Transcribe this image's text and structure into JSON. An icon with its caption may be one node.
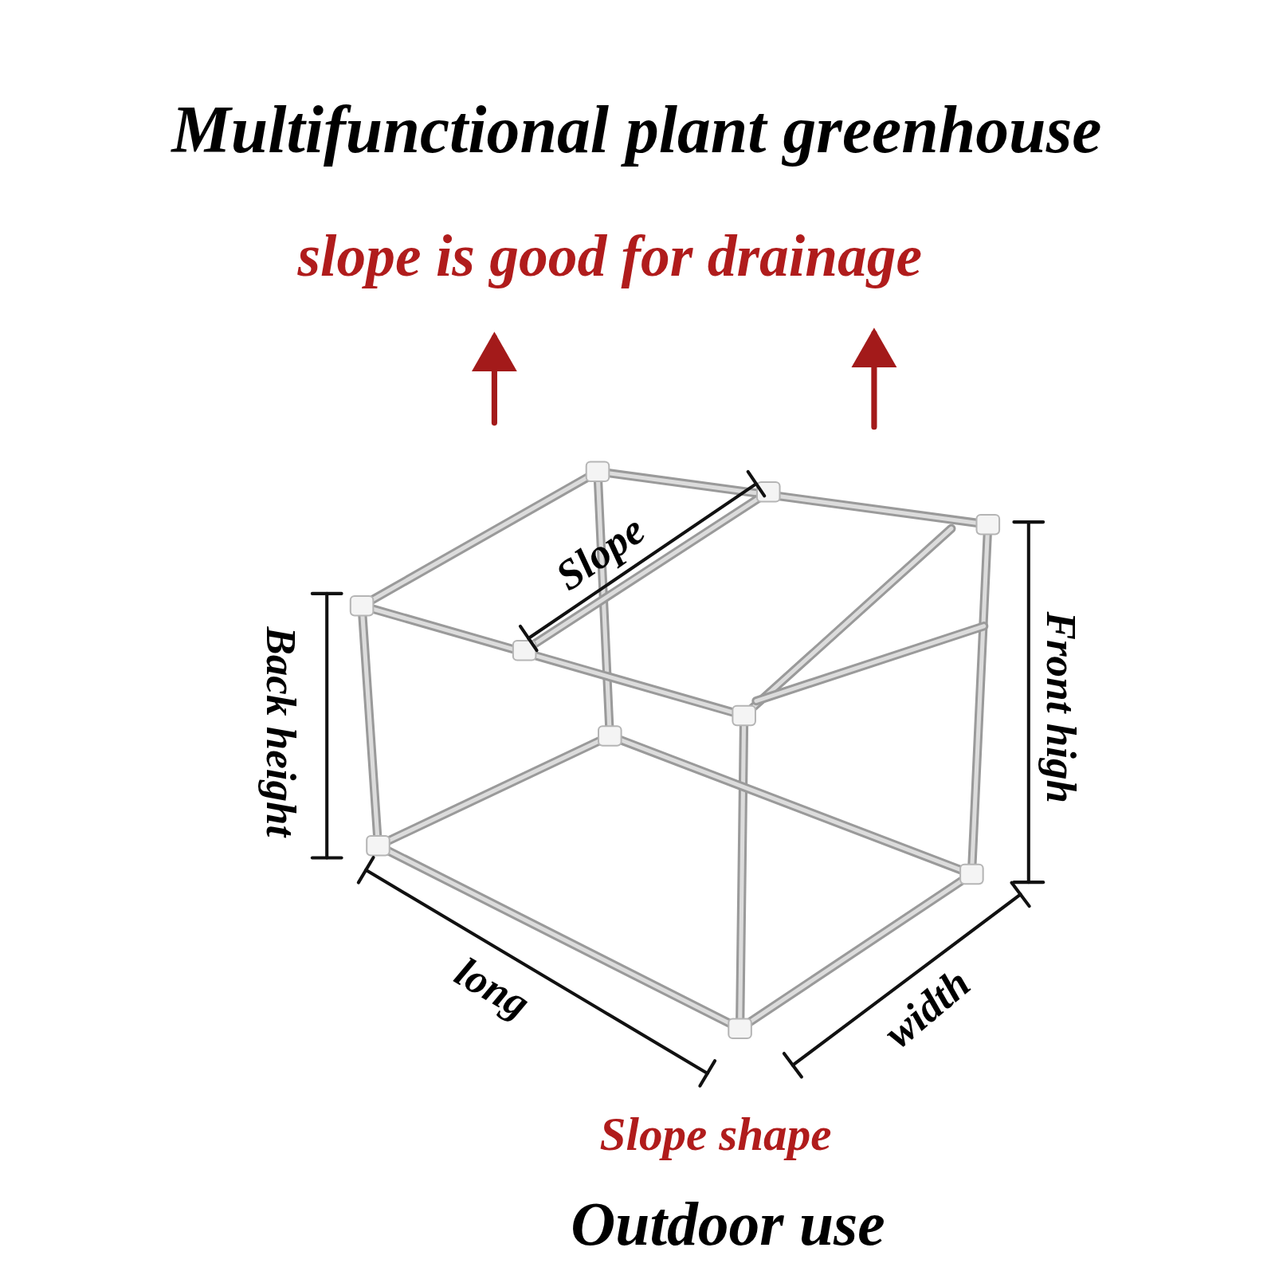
{
  "diagram": {
    "title": "Multifunctional plant greenhouse",
    "labels": [
      "slope is good for drainage",
      "Slope",
      "Back height",
      "Front high",
      "long",
      "width",
      "Slope shape",
      "Outdoor use"
    ]
  }
}
